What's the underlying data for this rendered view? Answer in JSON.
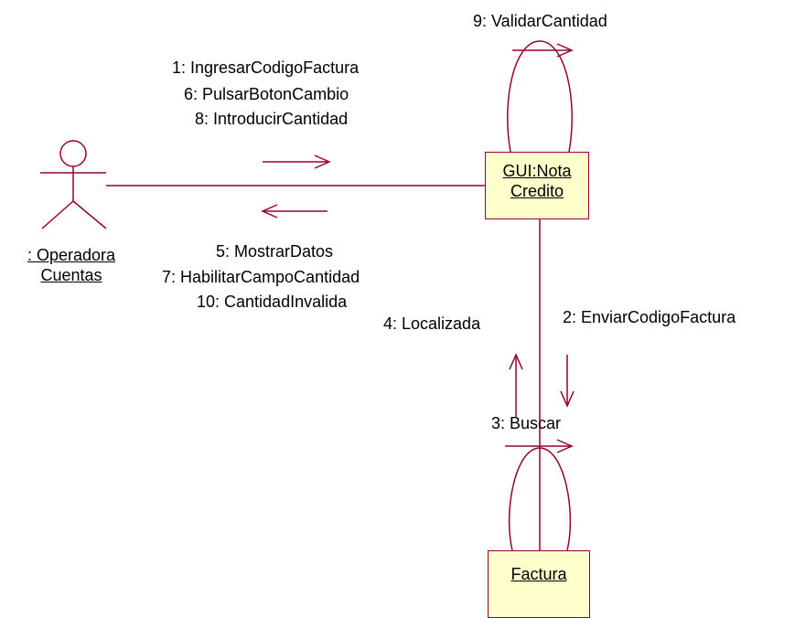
{
  "objects": {
    "gui": {
      "line1": "GUI:Nota",
      "line2": "Credito"
    },
    "factura": {
      "name": "Factura"
    },
    "actor": {
      "line1": ": Operadora",
      "line2": "Cuentas"
    }
  },
  "messages": {
    "m9": "9: ValidarCantidad",
    "m1": "1: IngresarCodigoFactura",
    "m6": "6: PulsarBotonCambio",
    "m8": "8: IntroducirCantidad",
    "m5": "5: MostrarDatos",
    "m7": "7: HabilitarCampoCantidad",
    "m10": "10: CantidadInvalida",
    "m4": "4: Localizada",
    "m2": "2: EnviarCodigoFactura",
    "m3": "3: Buscar"
  },
  "colors": {
    "line": "#990033",
    "object_fill": "#ffffcc"
  }
}
